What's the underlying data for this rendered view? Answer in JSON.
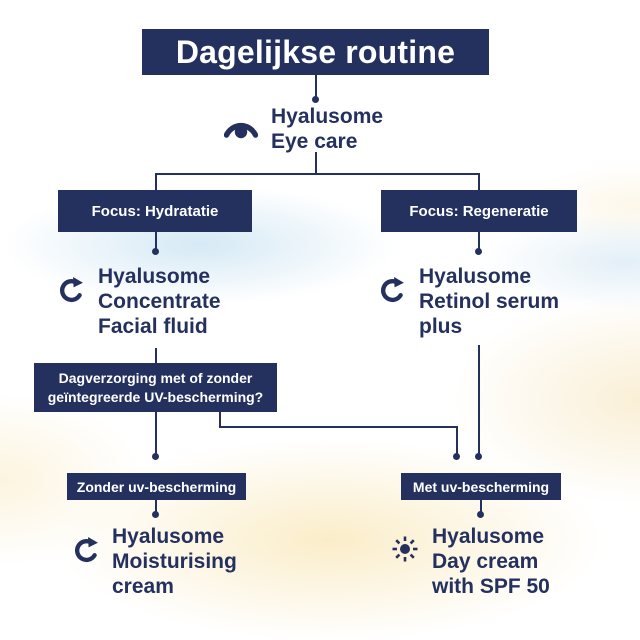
{
  "colors": {
    "navy": "#24315F",
    "box_text": "#FFFFFF",
    "bg_blue": "#CEE5F3",
    "bg_cream": "#FAEEC9"
  },
  "header": {
    "title": "Dagelijkse routine"
  },
  "nodes": {
    "eye_care": {
      "icon": "eye-icon",
      "line1": "Hyalusome",
      "line2": "Eye care"
    },
    "focus_hydratatie": {
      "label": "Focus: Hydratatie"
    },
    "focus_regeneratie": {
      "label": "Focus: Regeneratie"
    },
    "concentrate": {
      "icon": "refresh-icon",
      "line1": "Hyalusome",
      "line2": "Concentrate",
      "line3": "Facial fluid"
    },
    "retinol": {
      "icon": "refresh-icon",
      "line1": "Hyalusome",
      "line2": "Retinol serum",
      "line3": "plus"
    },
    "uv_question": {
      "line1": "Dagverzorging met of zonder",
      "line2": "geïntegreerde UV-bescherming?"
    },
    "zonder_uv": {
      "label": "Zonder uv-bescherming"
    },
    "met_uv": {
      "label": "Met uv-bescherming"
    },
    "moisturising": {
      "icon": "refresh-icon",
      "line1": "Hyalusome",
      "line2": "Moisturising",
      "line3": "cream"
    },
    "day_cream": {
      "icon": "sun-icon",
      "line1": "Hyalusome",
      "line2": "Day cream",
      "line3": "with SPF 50"
    }
  }
}
